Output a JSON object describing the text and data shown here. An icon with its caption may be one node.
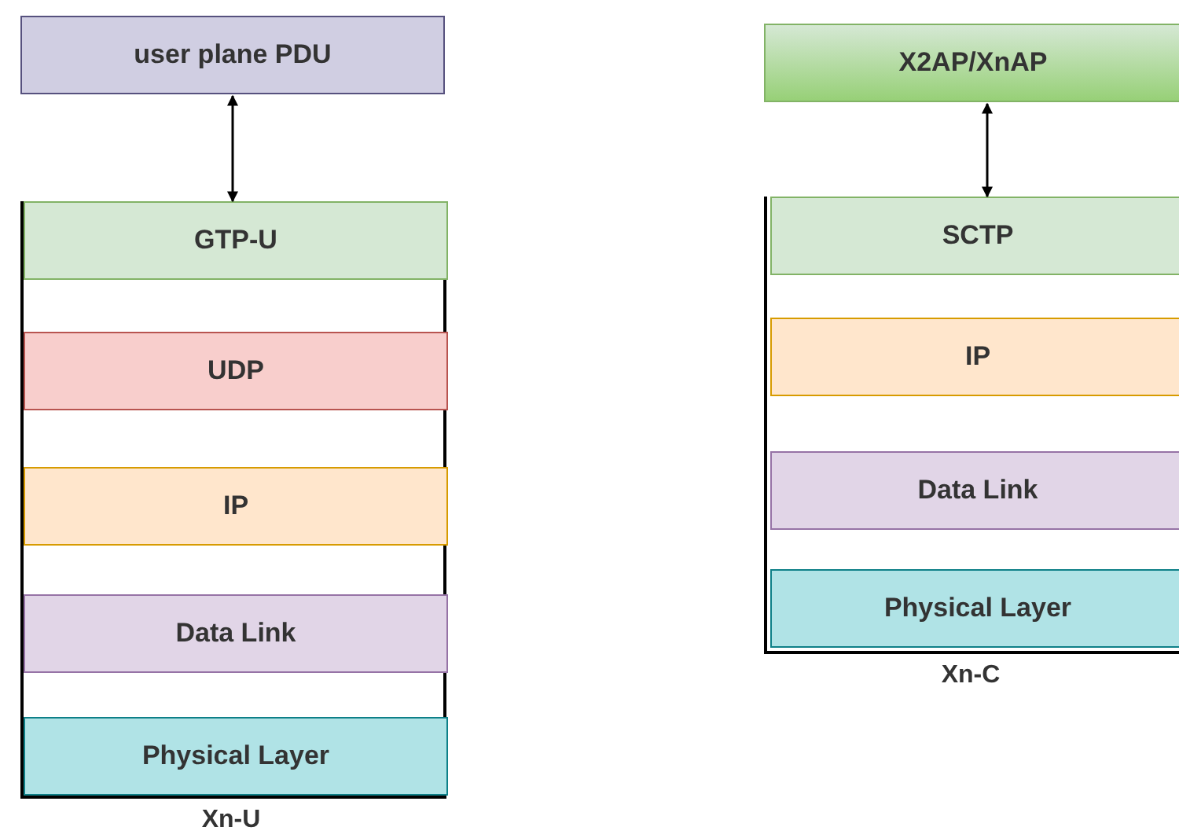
{
  "diagram": {
    "nodes": [
      {
        "text": [
          "user plane PDU"
        ]
      },
      {
        "text": [],
        "shape": "box",
        "beside": [
          "Xn-U"
        ]
      },
      {
        "text": [
          "GTP-U"
        ],
        "in": 1
      },
      {
        "text": [
          "UDP"
        ],
        "in": 1
      },
      {
        "text": [
          "IP"
        ],
        "in": 1
      },
      {
        "text": [
          "Data Link"
        ],
        "in": 1
      },
      {
        "text": [
          "Physical Layer"
        ],
        "in": 1
      },
      {
        "text": [
          "X2AP/XnAP"
        ]
      },
      {
        "text": [],
        "shape": "box",
        "beside": [
          "Xn-C"
        ]
      },
      {
        "text": [
          "SCTP"
        ],
        "in": 8
      },
      {
        "text": [
          "IP"
        ],
        "in": 8
      },
      {
        "text": [
          "Data Link"
        ],
        "in": 8
      },
      {
        "text": [
          "Physical Layer"
        ],
        "in": 8
      }
    ],
    "edges": [
      {
        "from": 0,
        "to": 2,
        "arrow": "both"
      },
      {
        "from": 7,
        "to": 9,
        "arrow": "both"
      }
    ]
  }
}
